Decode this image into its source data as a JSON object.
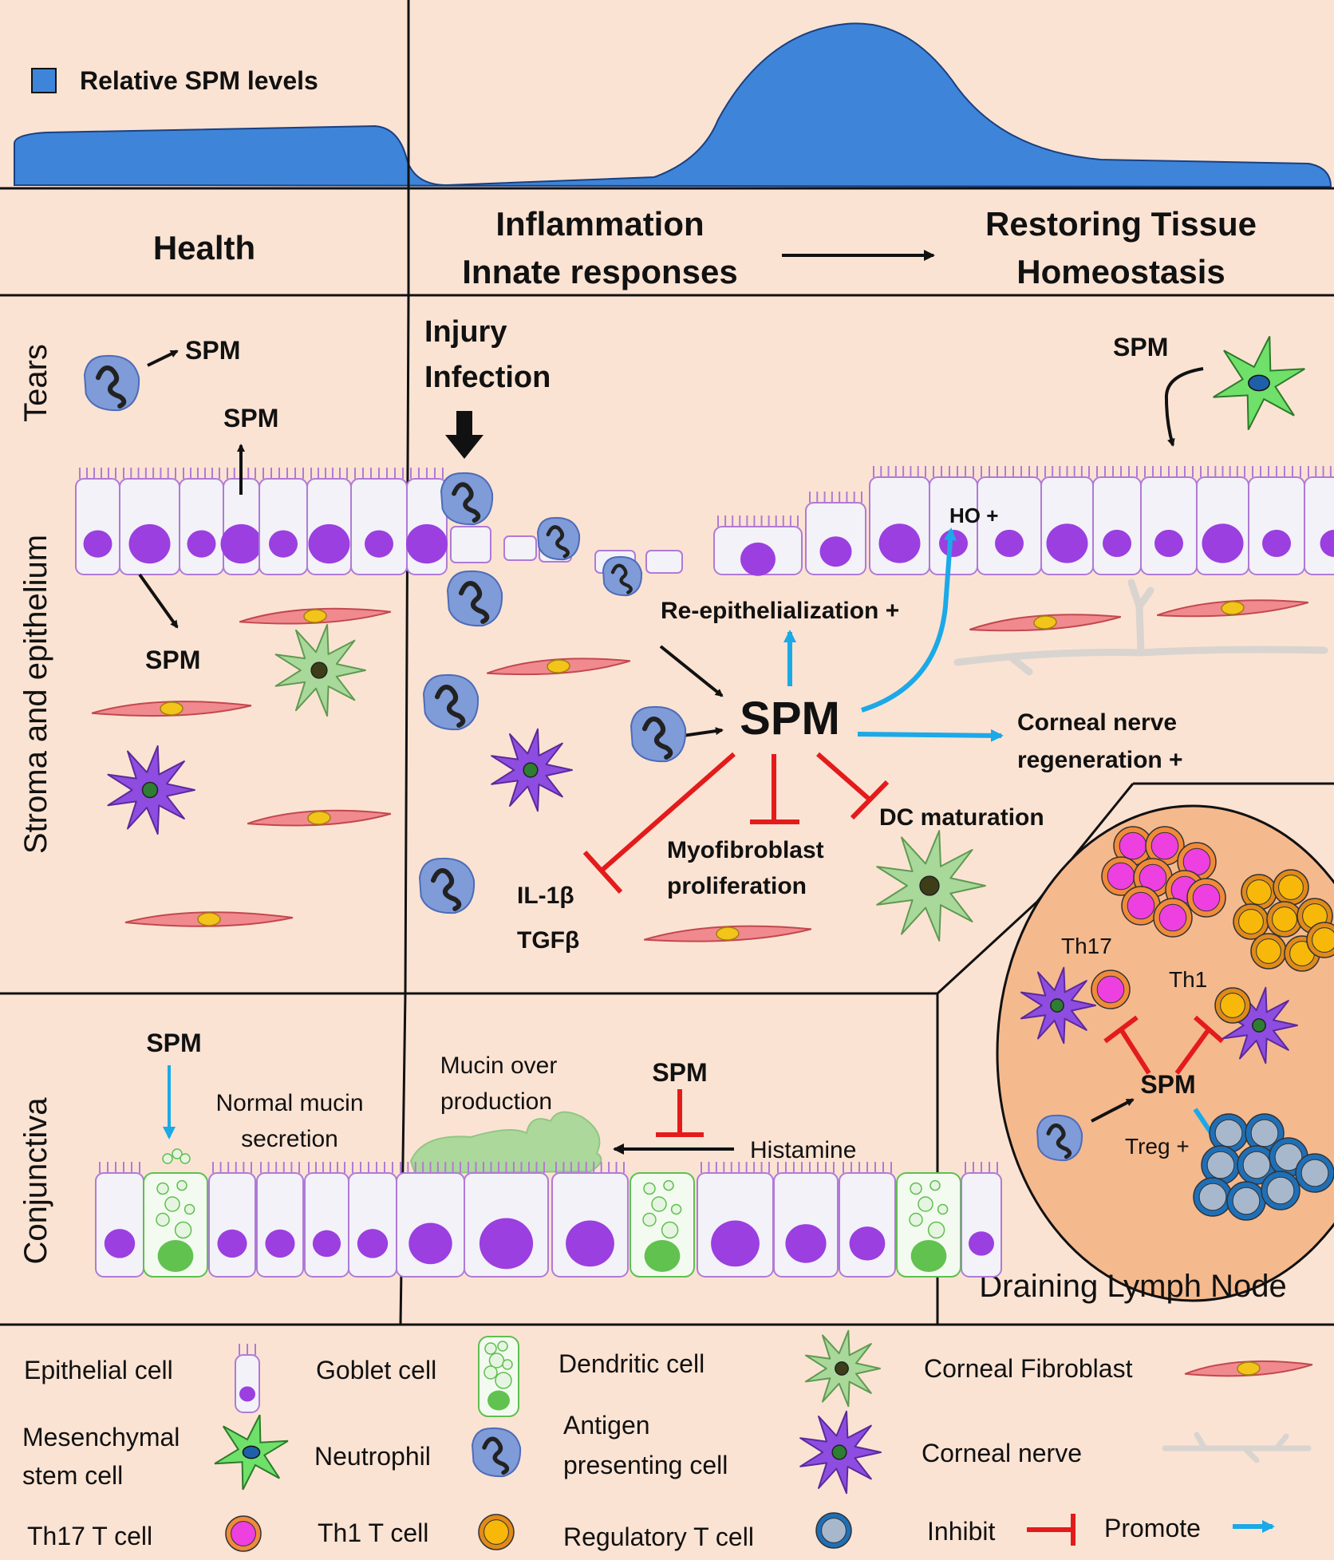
{
  "sections": {
    "health": "Health",
    "inflammation_1": "Inflammation",
    "inflammation_2": "Innate responses",
    "restoring_1": "Restoring Tissue",
    "restoring_2": "Homeostasis"
  },
  "legend_top": "Relative SPM levels",
  "rows": {
    "tears": "Tears",
    "stroma": "Stroma and epithelium",
    "conjunctiva": "Conjunctiva"
  },
  "labels": {
    "spm": "SPM",
    "injury": "Injury",
    "infection": "Infection",
    "re_epi": "Re-epithelialization +",
    "ho": "HO +",
    "nerve_1": "Corneal nerve",
    "nerve_2": "regeneration +",
    "dc_mat": "DC maturation",
    "myo_1": "Myofibroblast",
    "myo_2": "proliferation",
    "il1b": "IL-1β",
    "tgfb": "TGFβ",
    "normal_mucin_1": "Normal mucin",
    "normal_mucin_2": "secretion",
    "mucin_over_1": "Mucin over",
    "mucin_over_2": "production",
    "histamine": "Histamine",
    "th17": "Th17",
    "th1": "Th1",
    "treg": "Treg +",
    "lymph_node": "Draining Lymph Node"
  },
  "legend": {
    "epithelial": "Epithelial cell",
    "goblet": "Goblet cell",
    "dendritic": "Dendritic cell",
    "fibroblast": "Corneal Fibroblast",
    "msc_1": "Mesenchymal",
    "msc_2": "stem cell",
    "neutrophil": "Neutrophil",
    "apc_1": "Antigen",
    "apc_2": "presenting cell",
    "nerve": "Corneal nerve",
    "th17": "Th17 T cell",
    "th1": "Th1 T cell",
    "treg": "Regulatory T cell",
    "inhibit": "Inhibit",
    "promote": "Promote"
  },
  "colors": {
    "background": "#fbe3d3",
    "spm_curve": "#3e85d9",
    "lymph_node": "#f5b98e",
    "inhibit": "#e31b1b",
    "promote": "#1ba9e8",
    "epithelium_nucleus": "#9b3fe0",
    "fibroblast": "#f08a8f",
    "dendritic": "#a8d89a",
    "apc": "#8e4de0",
    "neutrophil": "#7f9bd8",
    "th17": "#ee3fe0",
    "th1": "#f7b80a",
    "treg": "#1f6fb7"
  },
  "icons": [
    "epithelial-cell-icon",
    "goblet-cell-icon",
    "dendritic-cell-icon",
    "fibroblast-icon",
    "msc-icon",
    "neutrophil-icon",
    "apc-icon",
    "corneal-nerve-icon",
    "th17-icon",
    "th1-icon",
    "treg-icon",
    "inhibit-icon",
    "promote-icon"
  ]
}
